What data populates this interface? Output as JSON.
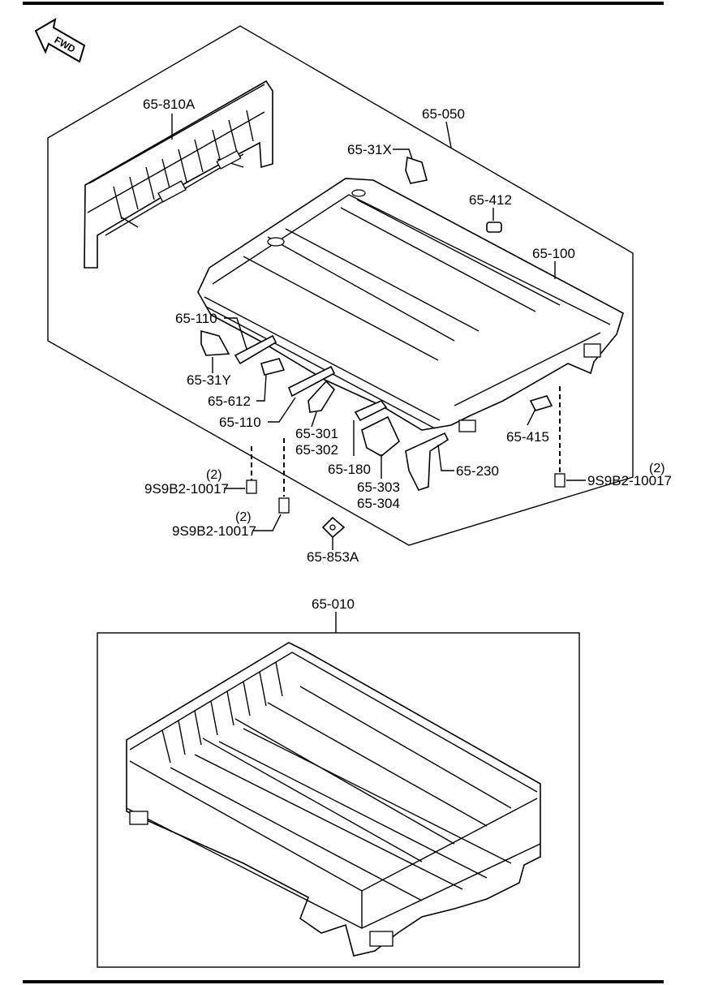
{
  "fwd_label": "FWD",
  "labels": {
    "p65_810A": "65-810A",
    "p65_050": "65-050",
    "p65_31X": "65-31X",
    "p65_412": "65-412",
    "p65_100": "65-100",
    "p65_110_top": "65-110",
    "p65_31Y": "65-31Y",
    "p65_612": "65-612",
    "p65_110_bottom": "65-110",
    "p65_301": "65-301",
    "p65_302": "65-302",
    "p65_180": "65-180",
    "p65_303": "65-303",
    "p65_304": "65-304",
    "p65_230": "65-230",
    "p65_415": "65-415",
    "bolt_left_1": "9S9B2-10017",
    "bolt_left_1_qty": "(2)",
    "bolt_left_2": "9S9B2-10017",
    "bolt_left_2_qty": "(2)",
    "bolt_right": "9S9B2-10017",
    "bolt_right_qty": "(2)",
    "p65_853A": "65-853A",
    "p65_010": "65-010"
  }
}
